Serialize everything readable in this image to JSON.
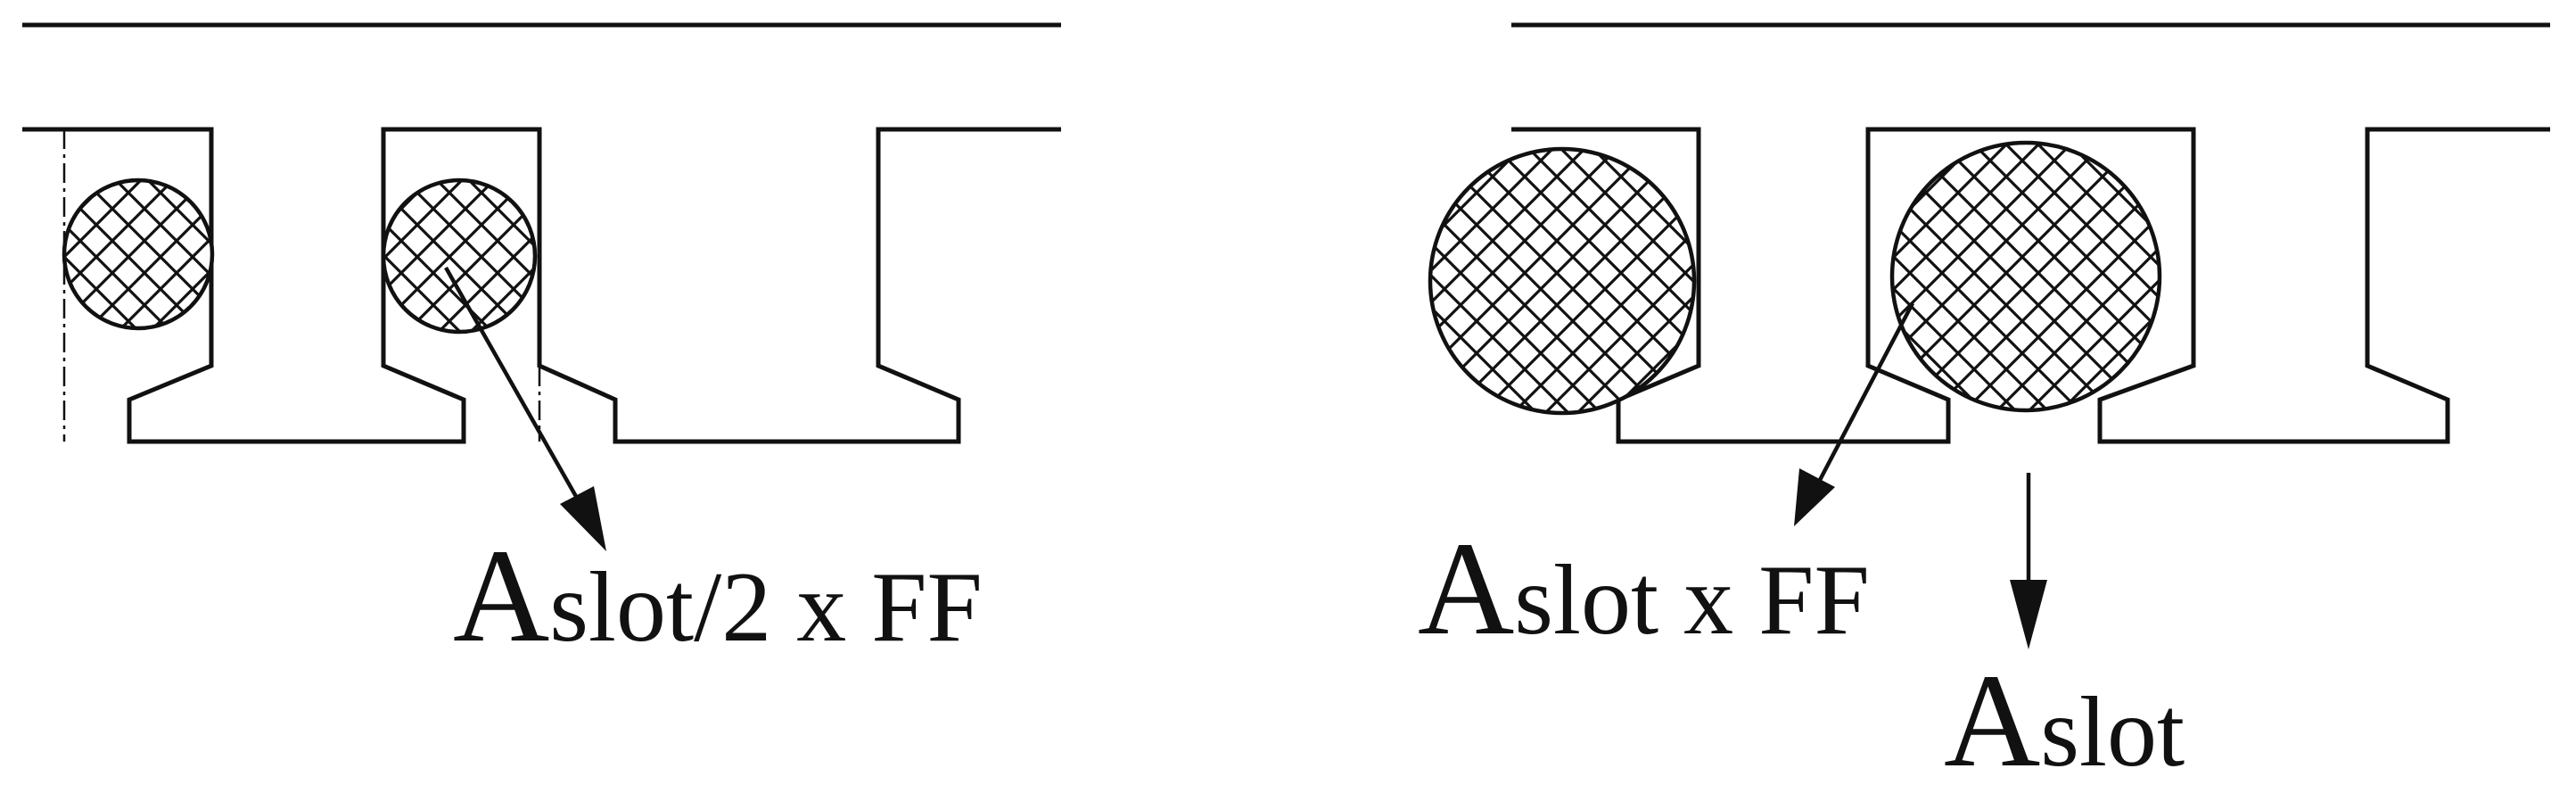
{
  "left_panel": {
    "label": {
      "A": "A",
      "rest": "slot/2 x FF"
    }
  },
  "right_panel": {
    "label_ff": {
      "A": "A",
      "rest": "slot x FF"
    },
    "label_slot": {
      "A": "A",
      "rest": "slot"
    }
  }
}
